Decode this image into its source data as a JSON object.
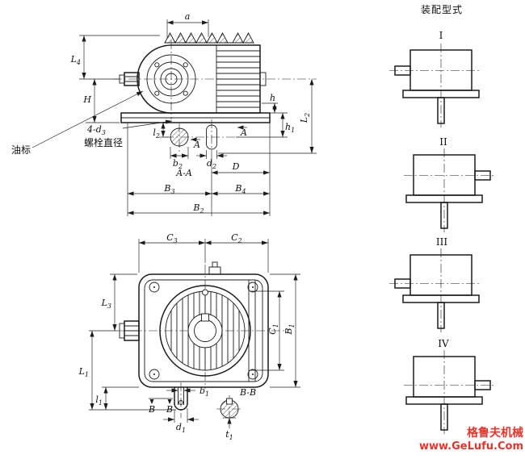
{
  "callouts": {
    "oil_gauge": "油标",
    "bolt_note": {
      "b": "4-d",
      "s": "3"
    },
    "bolt_note_caption": "螺栓直径"
  },
  "side_view": {
    "section_title": "A-A",
    "cut_letter": "A",
    "dims": {
      "a": "a",
      "H": "H",
      "D": "D",
      "h": "h",
      "L4": {
        "b": "L",
        "s": "4"
      },
      "l2": {
        "b": "l",
        "s": "2"
      },
      "b2": {
        "b": "b",
        "s": "2"
      },
      "d2": {
        "b": "d",
        "s": "2"
      },
      "B3": {
        "b": "B",
        "s": "3"
      },
      "B4": {
        "b": "B",
        "s": "4"
      },
      "B2": {
        "b": "B",
        "s": "2"
      },
      "h1": {
        "b": "h",
        "s": "1"
      },
      "L2": {
        "b": "L",
        "s": "2"
      }
    }
  },
  "front_view": {
    "section_title": "B-B",
    "cut_letter": "B",
    "dims": {
      "C3": {
        "b": "C",
        "s": "3"
      },
      "C2": {
        "b": "C",
        "s": "2"
      },
      "L3": {
        "b": "L",
        "s": "3"
      },
      "L1": {
        "b": "L",
        "s": "1"
      },
      "l1": {
        "b": "l",
        "s": "1"
      },
      "b1": {
        "b": "b",
        "s": "1"
      },
      "d1": {
        "b": "d",
        "s": "1"
      },
      "t1": {
        "b": "t",
        "s": "1"
      },
      "C1": {
        "b": "C",
        "s": "1"
      },
      "B1": {
        "b": "B",
        "s": "1"
      }
    }
  },
  "assembly_panel": {
    "title": "装配型式",
    "types": [
      {
        "numeral": "I"
      },
      {
        "numeral": "II"
      },
      {
        "numeral": "III"
      },
      {
        "numeral": "IV"
      }
    ]
  },
  "watermark": {
    "line1": "格鲁夫机械",
    "line2": "www.GeLufu.Com",
    "color": "#e8352b"
  },
  "colors": {
    "line": "#1c1c1c",
    "background": "#ffffff"
  }
}
